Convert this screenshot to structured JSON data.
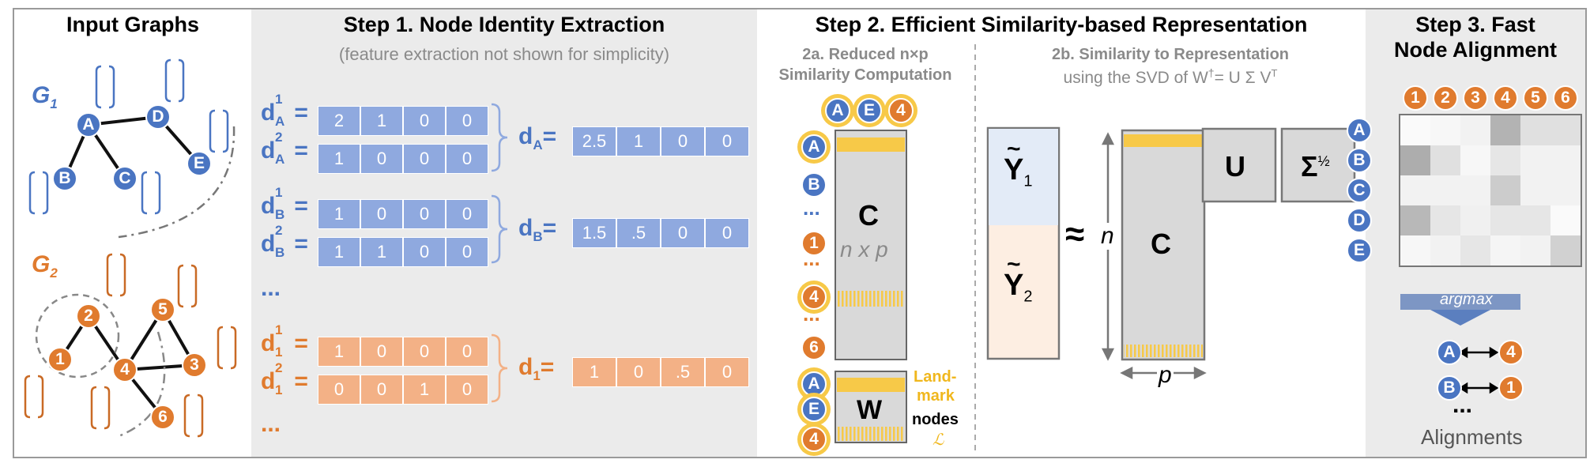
{
  "panels": {
    "input_title": "Input Graphs",
    "step1_title": "Step 1. Node Identity Extraction",
    "step1_sub": "(feature extraction not shown for simplicity)",
    "step2_title": "Step 2. Efficient Similarity-based Representation",
    "step3_title_1": "Step 3. Fast",
    "step3_title_2": "Node Alignment"
  },
  "graphs": {
    "g1_label": "G",
    "g1_sub": "1",
    "g2_label": "G",
    "g2_sub": "2",
    "g1_nodes": [
      "A",
      "B",
      "C",
      "D",
      "E"
    ],
    "g2_nodes": [
      "1",
      "2",
      "3",
      "4",
      "5",
      "6"
    ]
  },
  "step1": {
    "rows": [
      {
        "d": "d",
        "sub": "A",
        "sup": "1",
        "values": [
          "2",
          "1",
          "0",
          "0"
        ],
        "group": "blue"
      },
      {
        "d": "d",
        "sub": "A",
        "sup": "2",
        "values": [
          "1",
          "0",
          "0",
          "0"
        ],
        "group": "blue"
      },
      {
        "d": "d",
        "sub": "B",
        "sup": "1",
        "values": [
          "1",
          "0",
          "0",
          "0"
        ],
        "group": "blue"
      },
      {
        "d": "d",
        "sub": "B",
        "sup": "2",
        "values": [
          "1",
          "1",
          "0",
          "0"
        ],
        "group": "blue"
      },
      {
        "d": "d",
        "sub": "1",
        "sup": "1",
        "values": [
          "1",
          "0",
          "0",
          "0"
        ],
        "group": "orange"
      },
      {
        "d": "d",
        "sub": "1",
        "sup": "2",
        "values": [
          "0",
          "0",
          "1",
          "0"
        ],
        "group": "orange"
      }
    ],
    "aggregates": [
      {
        "d": "d",
        "sub": "A",
        "values": [
          "2.5",
          "1",
          "0",
          "0"
        ]
      },
      {
        "d": "d",
        "sub": "B",
        "values": [
          "1.5",
          ".5",
          "0",
          "0"
        ]
      },
      {
        "d": "d",
        "sub": "1",
        "values": [
          "1",
          "0",
          ".5",
          "0"
        ]
      }
    ],
    "eq": "=",
    "ellipsis_blue": "...",
    "ellipsis_orange": "..."
  },
  "step2a": {
    "title_1": "2a. Reduced n×p",
    "title_2": "Similarity Computation",
    "col_nodes": [
      "A",
      "E",
      "4"
    ],
    "row_nodes": [
      "A",
      "B",
      "...",
      "1",
      "...",
      "4",
      "...",
      "6"
    ],
    "w_row_nodes": [
      "A",
      "E",
      "4"
    ],
    "c_label": "C",
    "c_dims": "n x p",
    "w_label": "W",
    "landmark_1": "Land-",
    "landmark_2": "mark",
    "landmark_3": "nodes",
    "landmark_sym": "ℒ"
  },
  "step2b": {
    "title": "2b. Similarity to Representation",
    "subtitle": "using the SVD of W",
    "subtitle_dag": "†",
    "subtitle_eq": "= U Σ V",
    "subtitle_T": "T",
    "y1": "Y",
    "y1_sub": "1",
    "y2": "Y",
    "y2_sub": "2",
    "approx": "≈",
    "n_label": "n",
    "c_label": "C",
    "p_label": "p",
    "u_label": "U",
    "sigma_label": "Σ",
    "sigma_exp": "½"
  },
  "step3": {
    "cols": [
      "1",
      "2",
      "3",
      "4",
      "5",
      "6"
    ],
    "rows": [
      "A",
      "B",
      "C",
      "D",
      "E"
    ],
    "heatmap": [
      [
        0.02,
        0.03,
        0.05,
        0.3,
        0.12,
        0.12
      ],
      [
        0.32,
        0.12,
        0.03,
        0.1,
        0.05,
        0.05
      ],
      [
        0.05,
        0.05,
        0.05,
        0.2,
        0.05,
        0.05
      ],
      [
        0.28,
        0.1,
        0.06,
        0.1,
        0.1,
        0.02
      ],
      [
        0.03,
        0.05,
        0.1,
        0.04,
        0.05,
        0.18
      ]
    ],
    "argmax": "argmax",
    "align_1_left": "A",
    "align_1_right": "4",
    "align_2_left": "B",
    "align_2_right": "1",
    "ellipsis": "...",
    "alignments": "Alignments"
  },
  "colors": {
    "blue": "#4a75c2",
    "orange": "#e07b2e",
    "landmark_yellow": "#f7c948",
    "cell_blue": "#8fa9df",
    "cell_orange": "#f3b186"
  }
}
